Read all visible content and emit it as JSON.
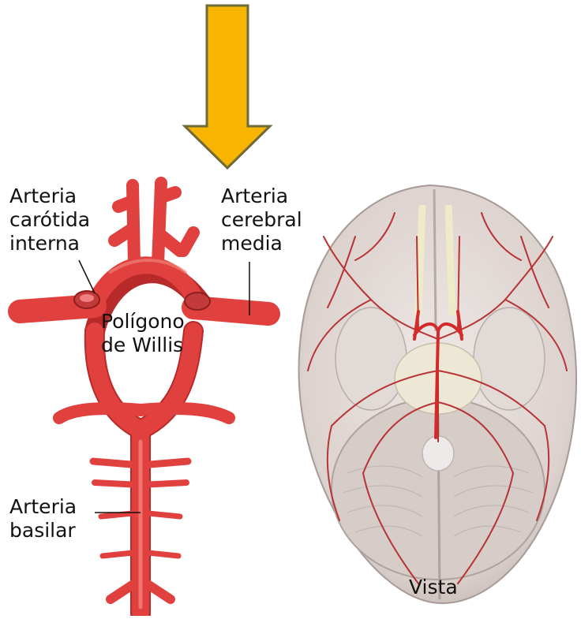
{
  "labels": {
    "internal_carotid": [
      "Arteria",
      "carótida",
      "interna"
    ],
    "middle_cerebral": [
      "Arteria",
      "cerebral",
      "media"
    ],
    "circle_of_willis": [
      "Polígono",
      "de Willis"
    ],
    "basilar": [
      "Arteria",
      "basilar"
    ],
    "view": "Vista"
  },
  "colors": {
    "arrow_fill": "#F7B500",
    "arrow_stroke": "#6E6A3A",
    "artery": "#E0403E",
    "artery_dark": "#B82A2A",
    "brain": "#E4DCD8",
    "brain_shadow": "#C8BCB8",
    "vessel": "#B83434"
  }
}
